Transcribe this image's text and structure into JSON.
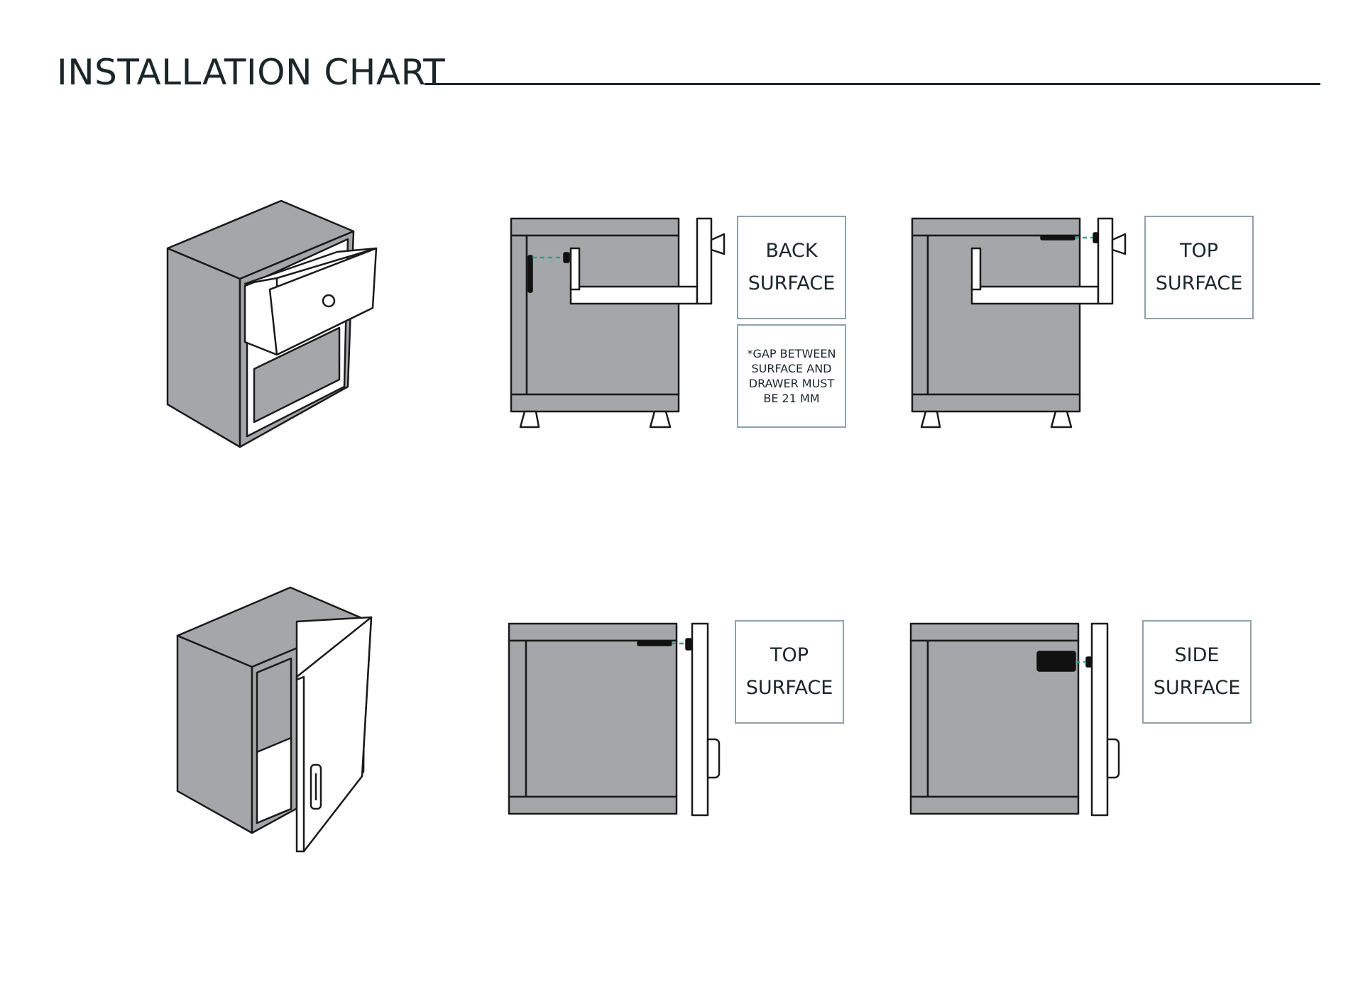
{
  "title": "INSTALLATION CHART",
  "labels": {
    "back_surface": [
      "BACK",
      "SURFACE"
    ],
    "gap_note": "*GAP BETWEEN SURFACE AND DRAWER MUST BE 21 MM",
    "top_surface_drawer": [
      "TOP",
      "SURFACE"
    ],
    "top_surface_door": [
      "TOP",
      "SURFACE"
    ],
    "side_surface": [
      "SIDE",
      "SURFACE"
    ]
  },
  "colors": {
    "cabinet_fill": "#a5a6a9",
    "outline": "#1a1a1a",
    "lock_fill": "#111111",
    "guide_line": "#1ea88a",
    "label_border": "#8fa3a6",
    "text": "#1b2628"
  }
}
